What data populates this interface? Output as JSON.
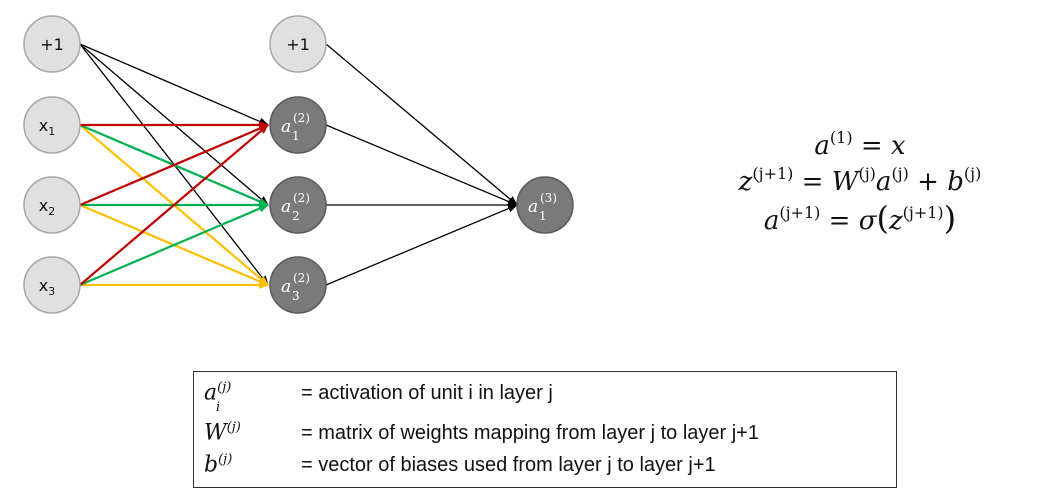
{
  "input_layer": {
    "bias": "+1",
    "inputs": [
      {
        "base": "x",
        "sub": "1"
      },
      {
        "base": "x",
        "sub": "2"
      },
      {
        "base": "x",
        "sub": "3"
      }
    ]
  },
  "hidden_layer": {
    "bias": "+1",
    "units": [
      {
        "base": "a",
        "sup": "(2)",
        "sub": "1"
      },
      {
        "base": "a",
        "sup": "(2)",
        "sub": "2"
      },
      {
        "base": "a",
        "sup": "(2)",
        "sub": "3"
      }
    ]
  },
  "output_layer": {
    "units": [
      {
        "base": "a",
        "sup": "(3)",
        "sub": "1"
      }
    ]
  },
  "edge_colors": {
    "bias": "#000000",
    "to_unit_1": "#c00000",
    "to_unit_2": "#00b050",
    "to_unit_3": "#ffc000"
  },
  "node_colors": {
    "input_fill": "#e0e0e0",
    "hidden_fill": "#7a7a7a"
  },
  "equations": {
    "eq1": {
      "lhs": "a",
      "lhs_sup": "(1)",
      "rhs": "= x"
    },
    "eq2": {
      "lhs": "z",
      "lhs_sup": "(j+1)",
      "eq": "=",
      "W": "W",
      "W_sup": "(j)",
      "a": "a",
      "a_sup": "(j)",
      "plus": "+",
      "b": "b",
      "b_sup": "(j)"
    },
    "eq3": {
      "lhs": "a",
      "lhs_sup": "(j+1)",
      "eq": "=",
      "fn": "σ",
      "open": "(",
      "z": "z",
      "z_sup": "(j+1)",
      "close": ")"
    }
  },
  "legend": [
    {
      "symbol": "a",
      "sup": "(j)",
      "sub": "i",
      "definition": "= activation of unit i in layer j"
    },
    {
      "symbol": "W",
      "sup": "(j)",
      "definition": "= matrix of weights mapping from layer j to layer j+1"
    },
    {
      "symbol": "b",
      "sup": "(j)",
      "definition": "= vector of biases used from layer j to layer j+1"
    }
  ]
}
